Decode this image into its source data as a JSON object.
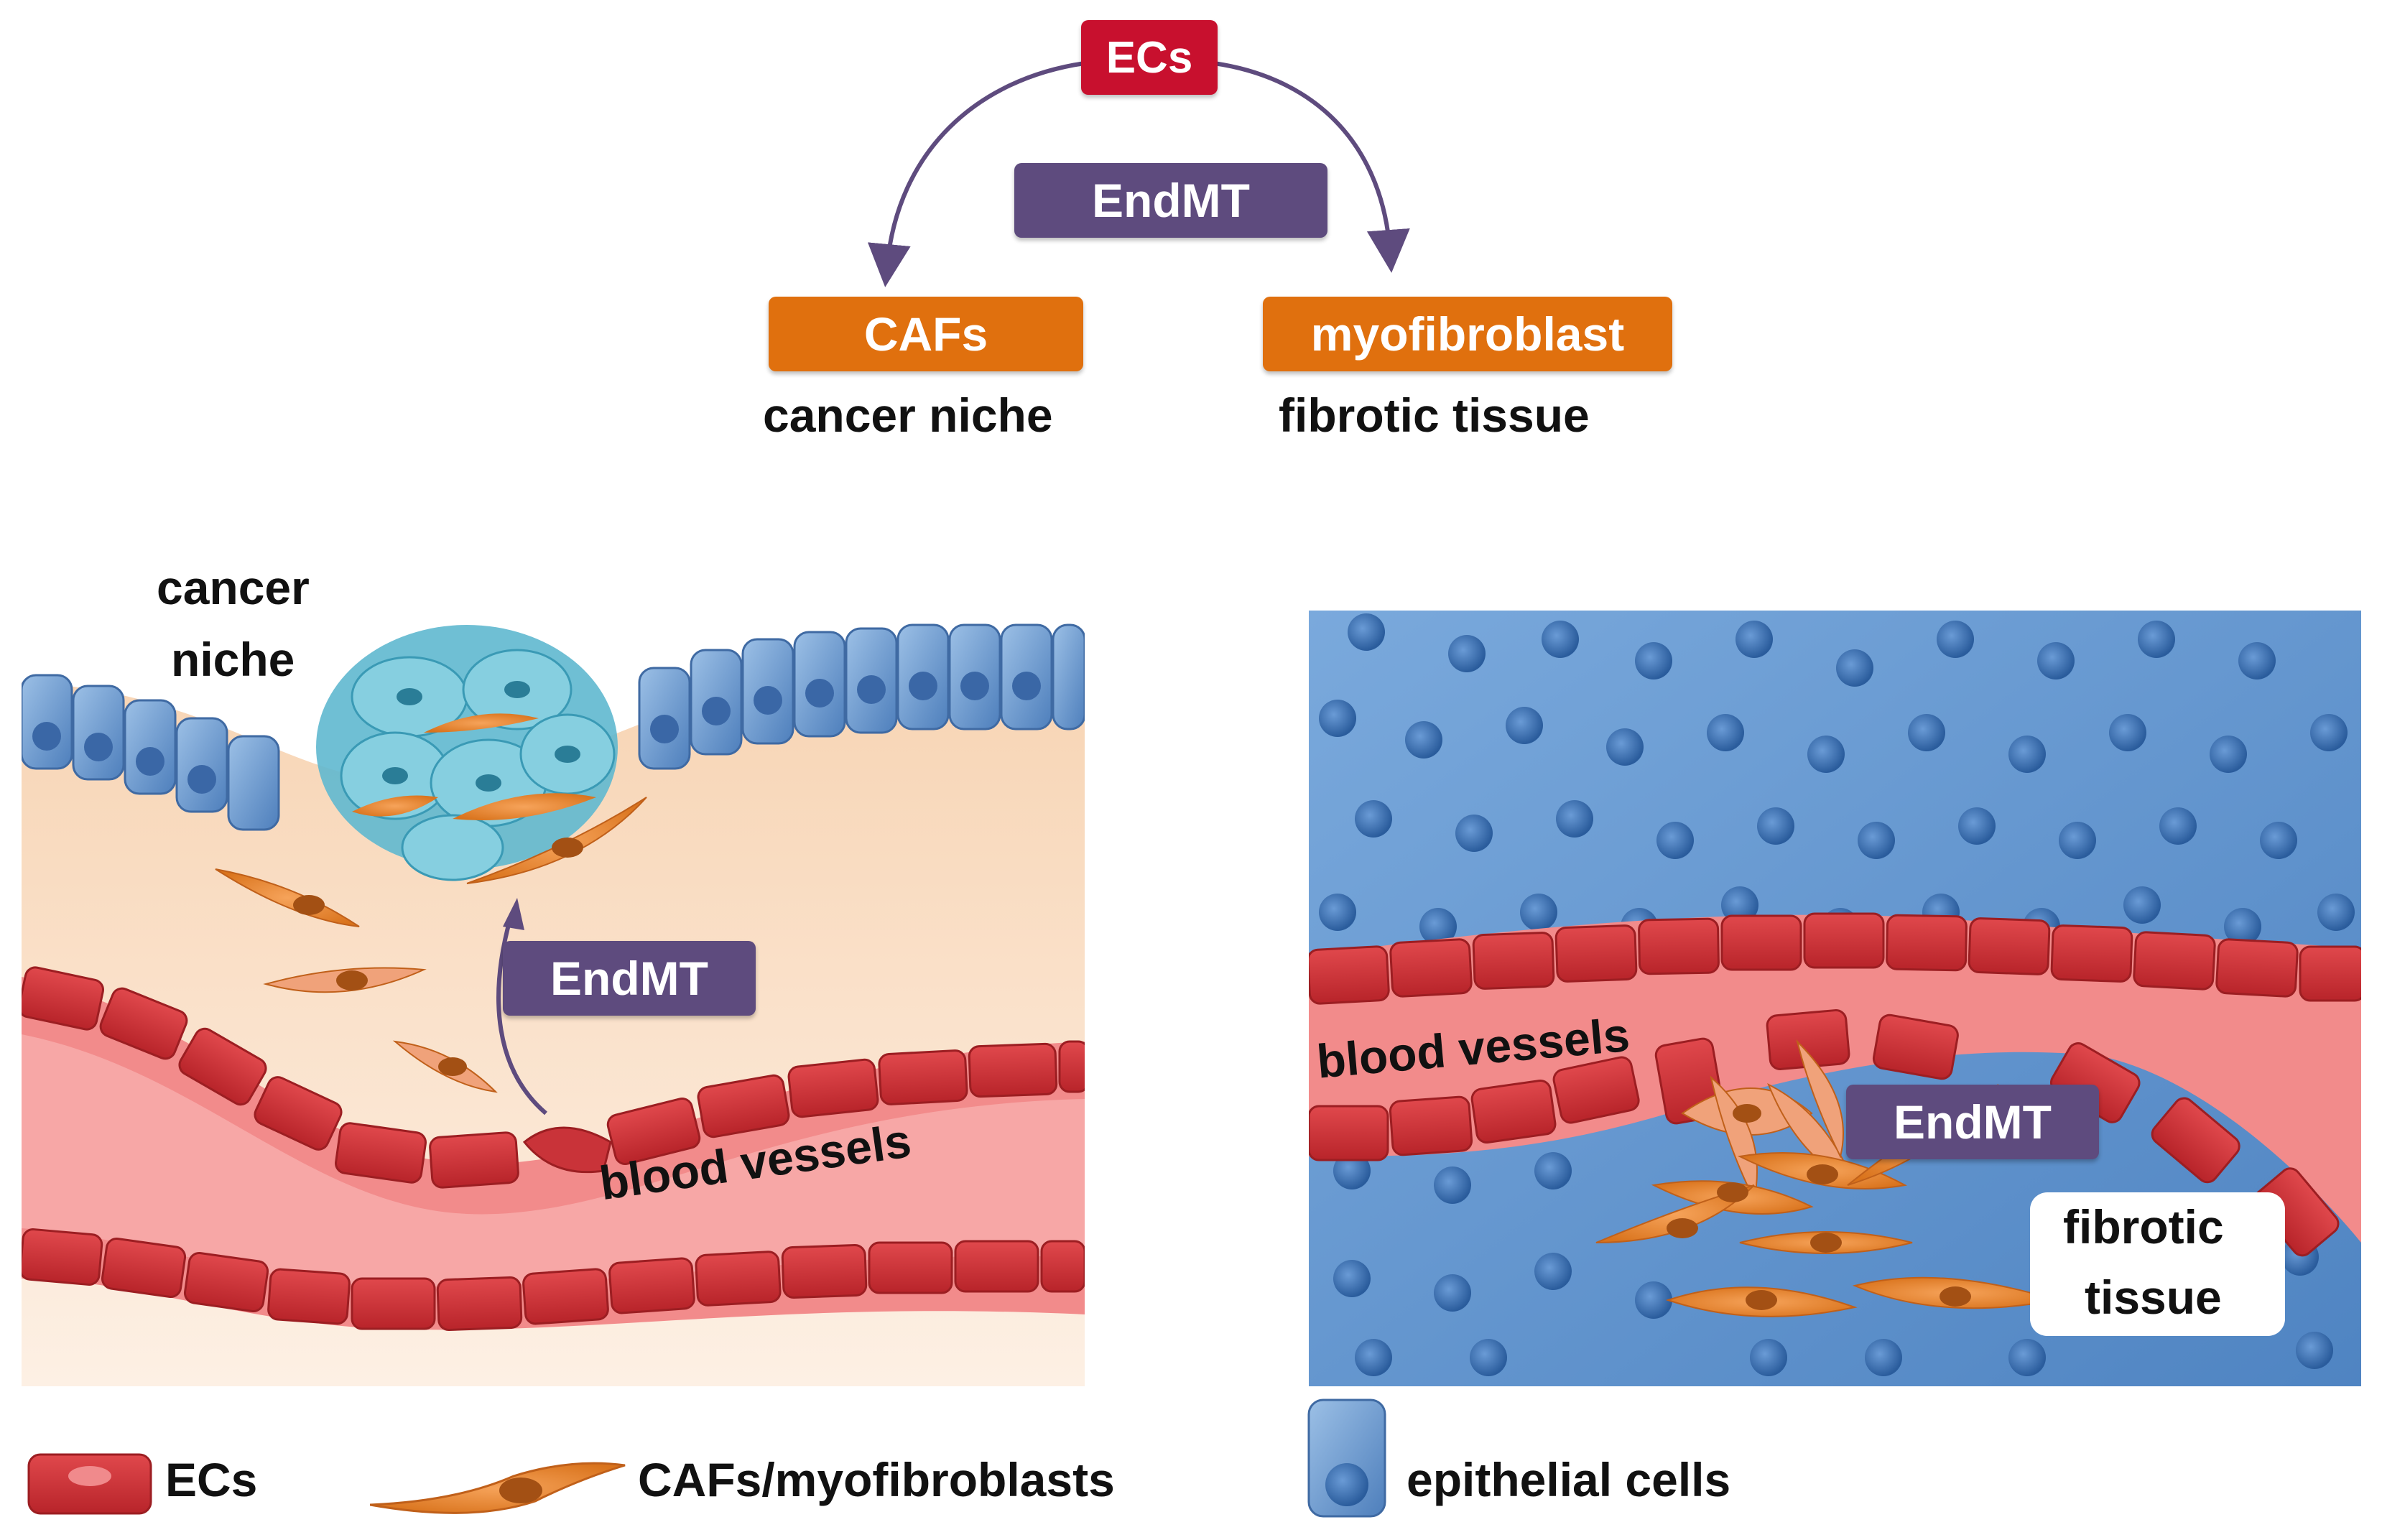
{
  "top": {
    "source": "ECs",
    "process": "EndMT",
    "left_target": "CAFs",
    "left_context": "cancer niche",
    "right_target": "myofibroblast",
    "right_context": "fibrotic tissue"
  },
  "left_panel": {
    "niche_line1": "cancer",
    "niche_line2": "niche",
    "process": "EndMT",
    "vessel_label": "blood vessels"
  },
  "right_panel": {
    "vessel_label": "blood vessels",
    "process": "EndMT",
    "tissue_line1": "fibrotic",
    "tissue_line2": "tissue"
  },
  "legend": {
    "ecs": "ECs",
    "fibroblasts": "CAFs/myofibroblasts",
    "epithelial": "epithelial cells"
  },
  "colors": {
    "ecs_red": "#c8102e",
    "endmt_purple": "#5e4b7e",
    "target_orange": "#e0700e",
    "arrow_purple": "#5e4b7e",
    "vessel_red": "#d23a3f",
    "epithelial_blue": "#6f9fd4"
  }
}
